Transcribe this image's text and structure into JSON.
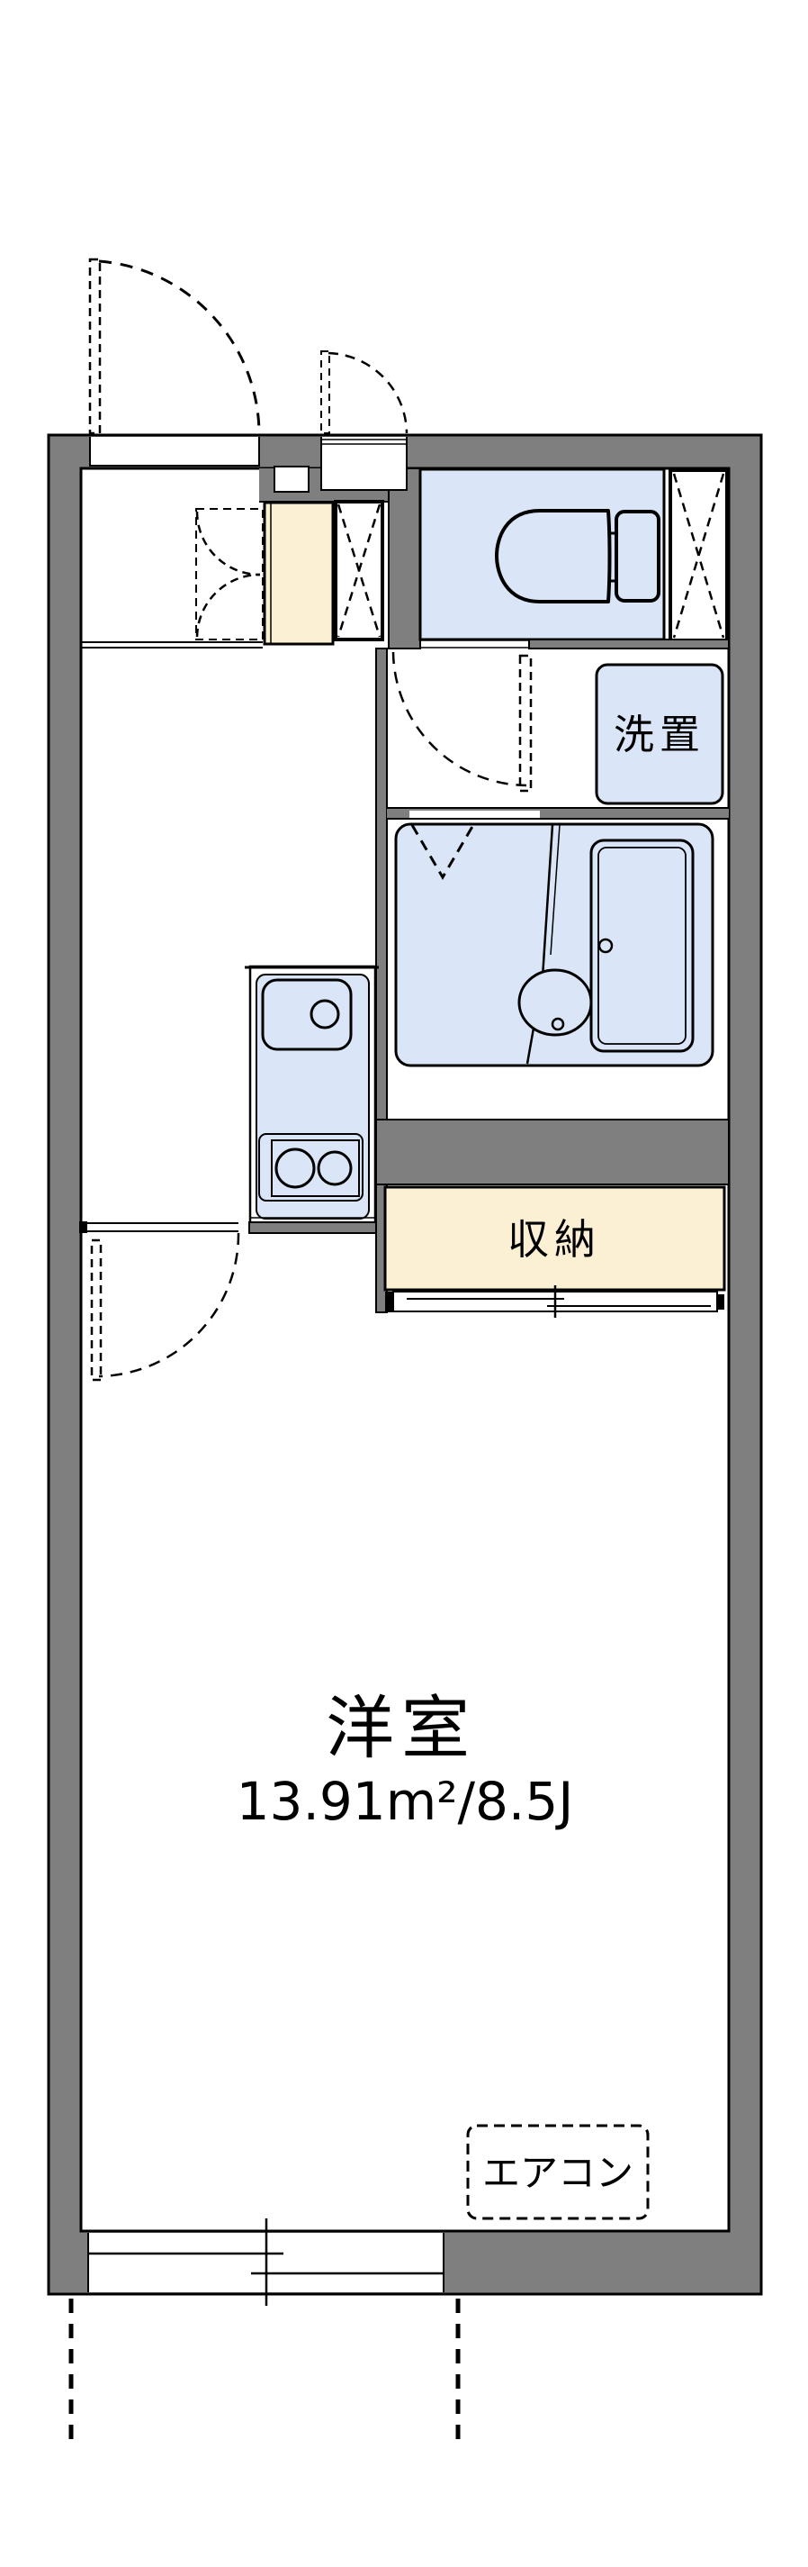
{
  "floorplan": {
    "main_room": {
      "label": "洋室",
      "size": "13.91m²/8.5J"
    },
    "storage": {
      "label": "収納"
    },
    "washer": {
      "label": "洗置"
    },
    "aircon": {
      "label": "エアコン"
    }
  },
  "colors": {
    "wall_gray": "#7f7f7f",
    "fixture_blue": "#dae6f7",
    "storage_cream": "#fcf0d4",
    "line_black": "#000000",
    "background_white": "#ffffff"
  }
}
